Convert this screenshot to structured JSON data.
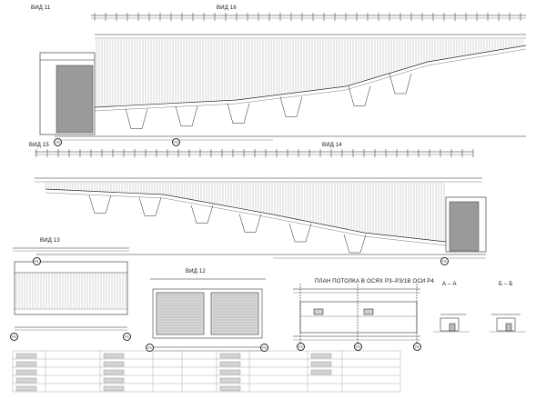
{
  "views": {
    "v11": "ВИД 11",
    "v16": "ВИД 16",
    "v15": "ВИД 15",
    "v14": "ВИД 14",
    "v13": "ВИД 13",
    "v12": "ВИД 12"
  },
  "plan_title": "ПЛАН ПОТОЛКА В ОСЯХ Р3–Р3/1В ОСИ Р4",
  "sections": {
    "aa": "А – А",
    "bb": "Б – Б"
  },
  "axes": {
    "top_left": "Р3",
    "top_mid": "Р3",
    "mid_left": "Р4",
    "mid_right": "Р4",
    "v13_left": "Р3",
    "v13_right": "Р3",
    "v12_left": "Р3",
    "v12_right": "Р3",
    "plan_1": "Р3",
    "plan_2": "Р3",
    "plan_3": "Р4"
  },
  "colors": {
    "line": "#222222",
    "hatch": "#8a8a8a",
    "fill_dark": "#9a9a9a",
    "fill_light": "#cfcfcf"
  }
}
